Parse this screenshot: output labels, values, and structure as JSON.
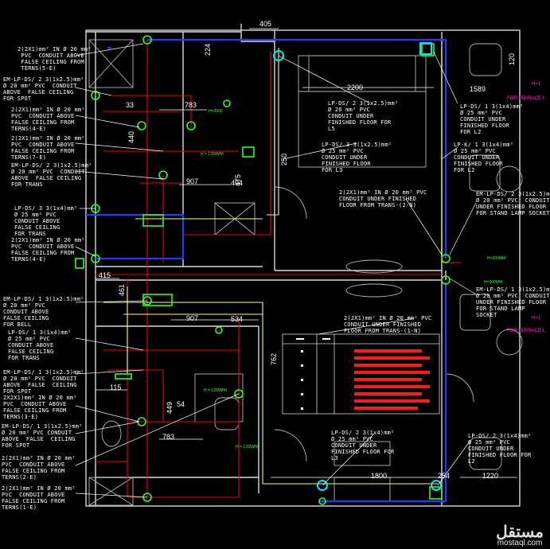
{
  "notes_left": [
    "2(2X1)mm² IN Ø 20 mm²\n PVC  CONDUIT ABOVE\n FALSE CEILING FROM\n TERNS(5-E)",
    "EM-LP-DS/ 2 3(1x2.5)mm²\nØ 20 mm² PVC  CONDUIT\nABOVE  FALSE CEILING\nFOR SPOT",
    "2(2X1)mm² IN Ø 20 mm²\nPVC  CONDUIT ABOVE\nFALSE CEILING FROM\nTERNS(4-E)",
    "2(2X1)mm² IN Ø 20 mm²\nPVC  CONDUIT ABOVE\nFALSE CEILING FROM\nTERNS(7-E)",
    "EM-LP-DS/ 2 3(1x2.5)mm²\nØ 20 mm² PVC  CONDUIT\nABOVE  FALSE CEILING\nFOR TRANS",
    "LP-DS/ 3 3(1x4)mm²\nØ 25 mm² PVC\nCONDUIT ABOVE\nFALSE CEILING\nFOR TRANS",
    "2(2X1)mm² IN Ø 20 mm²\nPVC  CONDUIT ABOVE\nFALSE CEILING FROM\nTERNS(4-E)",
    "EM-LP-DS/ 1 3(1x2.5)mm²\nØ 20 mm² PVC\nCONDUIT ABOVE\nFALSE CEILING\nFOR BELL",
    "LP-DS/ 1 3(1x4)mm²\nØ 25 mm² PVC\nCONDUIT ABOVE\nFALSE CEILING\nFOR TRANS",
    "EM-LP-DS/ 1 3(1x2.5)mm²\nØ 20 mm² PVC  CONDUIT\nABOVE  FALSE  CEILING\nFOR SPOT",
    "2X2X1)mm² IN Ø 20 mm²\nPVC  CONDUIT ABOVE\nFALSE CEILING FROM\nTERNS(3-E)",
    "EM-LP-DS/ 1 3(1x2.5)mm²\nØ 20 mm² PVC CONDUIT\nABOVE  FALSE  CEILING\nFOR SPOT",
    "2(2X1)mm² IN Ø 20 mm²\nPVC  CONDUIT ABOVE\nFALSE CEILING FROM\nTERNS(2-E)",
    "2(2X1)mm² IN Ø 20 mm²\nPVC  CONDUIT ABOVE\nFALSE CEILING FROM\nTERNS(1-E)"
  ],
  "notes_center": [
    "LP-DS/ 2 3(1x2.5)mm²\nØ 20 mm² PVC\nCONDUIT UNDER\nFINISHED FLOOR FOR\nL5",
    "LP-DS/ 3 3(1x2.5)mm²\nØ 25 mm² PVC\nCONDUIT UNDER\nFINISHED FLOOR\nFOR L3",
    "2(2X1)mm² IN Ø 20 mm² PVC\nCONDUIT UNDER FINISHED\nFLOOR FROM TRANS-(2-N)",
    "2(2X1)mm² IN Ø 20 mm² PVC\nCONDUIT UNDER FINISHED\nFLOOR FROM TRANS-(1-N)",
    "LP-DS/ 2 3(1x4)mm²\nØ 25 mm² PVC\nCONDUIT UNDER\nFINISHED FLOOR FOR\nL3"
  ],
  "notes_right": [
    "LP-DS/ 1 3(1x4)mm²\nØ 25 mm² PVC\nCONDUIT UNDER\nFINISHED FLOOR\nFOR L2",
    "LP-K/ 1 3(1x4)mm²\nØ 25 mm² PVC\nCONDUIT UNDER\nFINISHED FLOOR\nFOR L2",
    "EM-LP-DS/ 2 3(1x2.5)mm²\nØ 20 mm² PVC  CONDUIT\nUNDER FINISHED FLOOR\nFOR STAND LAMP SOCKET",
    "EM-LP-DS/ 1 3(1x2.5)mm²\nØ 20 mm² PVC  CONDUIT\nUNDER FINISHED FLOOR\nFOR STAND LAMP\nSOCKET",
    "LP-DS/ 2 3(1x4)mm²\nØ 25 mm² PVC\nCONDUIT UNDER\nFINISHED FLOOR FOR\nL2"
  ],
  "dimensions": {
    "d405": "405",
    "d120": "120",
    "d2200": "2200",
    "d1589": "1589",
    "d783a": "783",
    "d33": "33",
    "d440": "440",
    "d250": "250",
    "d475": "475",
    "d907a": "907",
    "d494": "494",
    "d415": "415",
    "d461": "461",
    "d907b": "907",
    "d534": "534",
    "d762": "762",
    "d115": "115",
    "d449": "449",
    "d54": "54",
    "d783b": "783",
    "d1800": "1800",
    "d254": "254",
    "d1220": "1220",
    "d224": "224"
  },
  "tags": {
    "terrace_top": "FOR TERRACE L",
    "terrace_mid": "FOR TERRACE L",
    "h_top": "H=1",
    "h_mid": "H=1",
    "h300a": "H=300MM",
    "h300b": "H=300MM",
    "h1200a": "H = 1200MM",
    "h1200b": "H = 1200MM",
    "h1200c": "H = 1200MM",
    "h2000": "H=2000"
  },
  "watermark": {
    "logo": "مستقل",
    "site": "mostaql.com"
  },
  "colors": {
    "background": "#000000",
    "wall": "#ffffff",
    "red_circuit": "#e8001c",
    "yellow_circuit": "#ffff66",
    "blue_circuit": "#1e3cff",
    "green_fixture": "#26ff26",
    "cyan_fixture": "#00e5ff",
    "magenta_note": "#ff2bd6"
  }
}
